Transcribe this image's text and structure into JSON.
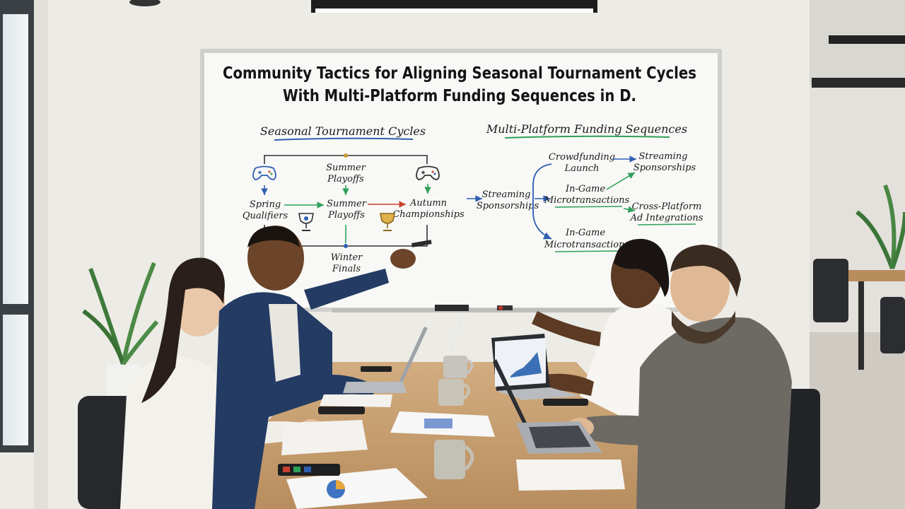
{
  "whiteboard": {
    "title_line1": "Community Tactics for Aligning Seasonal Tournament Cycles",
    "title_line2": "With Multi-Platform Funding Sequences in D.",
    "left_heading": "Seasonal Tournament Cycles",
    "right_heading": "Multi-Platform Funding Sequences",
    "left_nodes": {
      "summer_playoffs_top_l1": "Summer",
      "summer_playoffs_top_l2": "Playoffs",
      "spring_l1": "Spring",
      "spring_l2": "Qualifiers",
      "summer_mid_l1": "Summer",
      "summer_mid_l2": "Playoffs",
      "autumn_l1": "Autumn",
      "autumn_l2": "Championships",
      "winter_l1": "Winter",
      "winter_l2": "Finals"
    },
    "right_nodes": {
      "streaming_left_l1": "Streaming",
      "streaming_left_l2": "Sponsorships",
      "crowdfunding_l1": "Crowdfunding",
      "crowdfunding_l2": "Launch",
      "streaming_right_l1": "Streaming",
      "streaming_right_l2": "Sponsorships",
      "ingame_top_l1": "In-Game",
      "ingame_top_l2": "Microtransactions",
      "crossplatform_l1": "Cross-Platform",
      "crossplatform_l2": "Ad Integrations",
      "ingame_bottom_l1": "In-Game",
      "ingame_bottom_l2": "Microtransactions"
    }
  },
  "colors": {
    "wall": "#eceae5",
    "whiteboard": "#f7f7f5",
    "table": "#c9a377",
    "marker_blue": "#2f5fb3",
    "marker_green": "#2fa05a",
    "marker_red": "#c8402f",
    "trophy_gold": "#c9962b"
  },
  "icons": [
    "gamepad-icon",
    "trophy-icon",
    "coffee-mug-icon",
    "laptop-icon",
    "smartphone-icon",
    "plant-icon"
  ]
}
